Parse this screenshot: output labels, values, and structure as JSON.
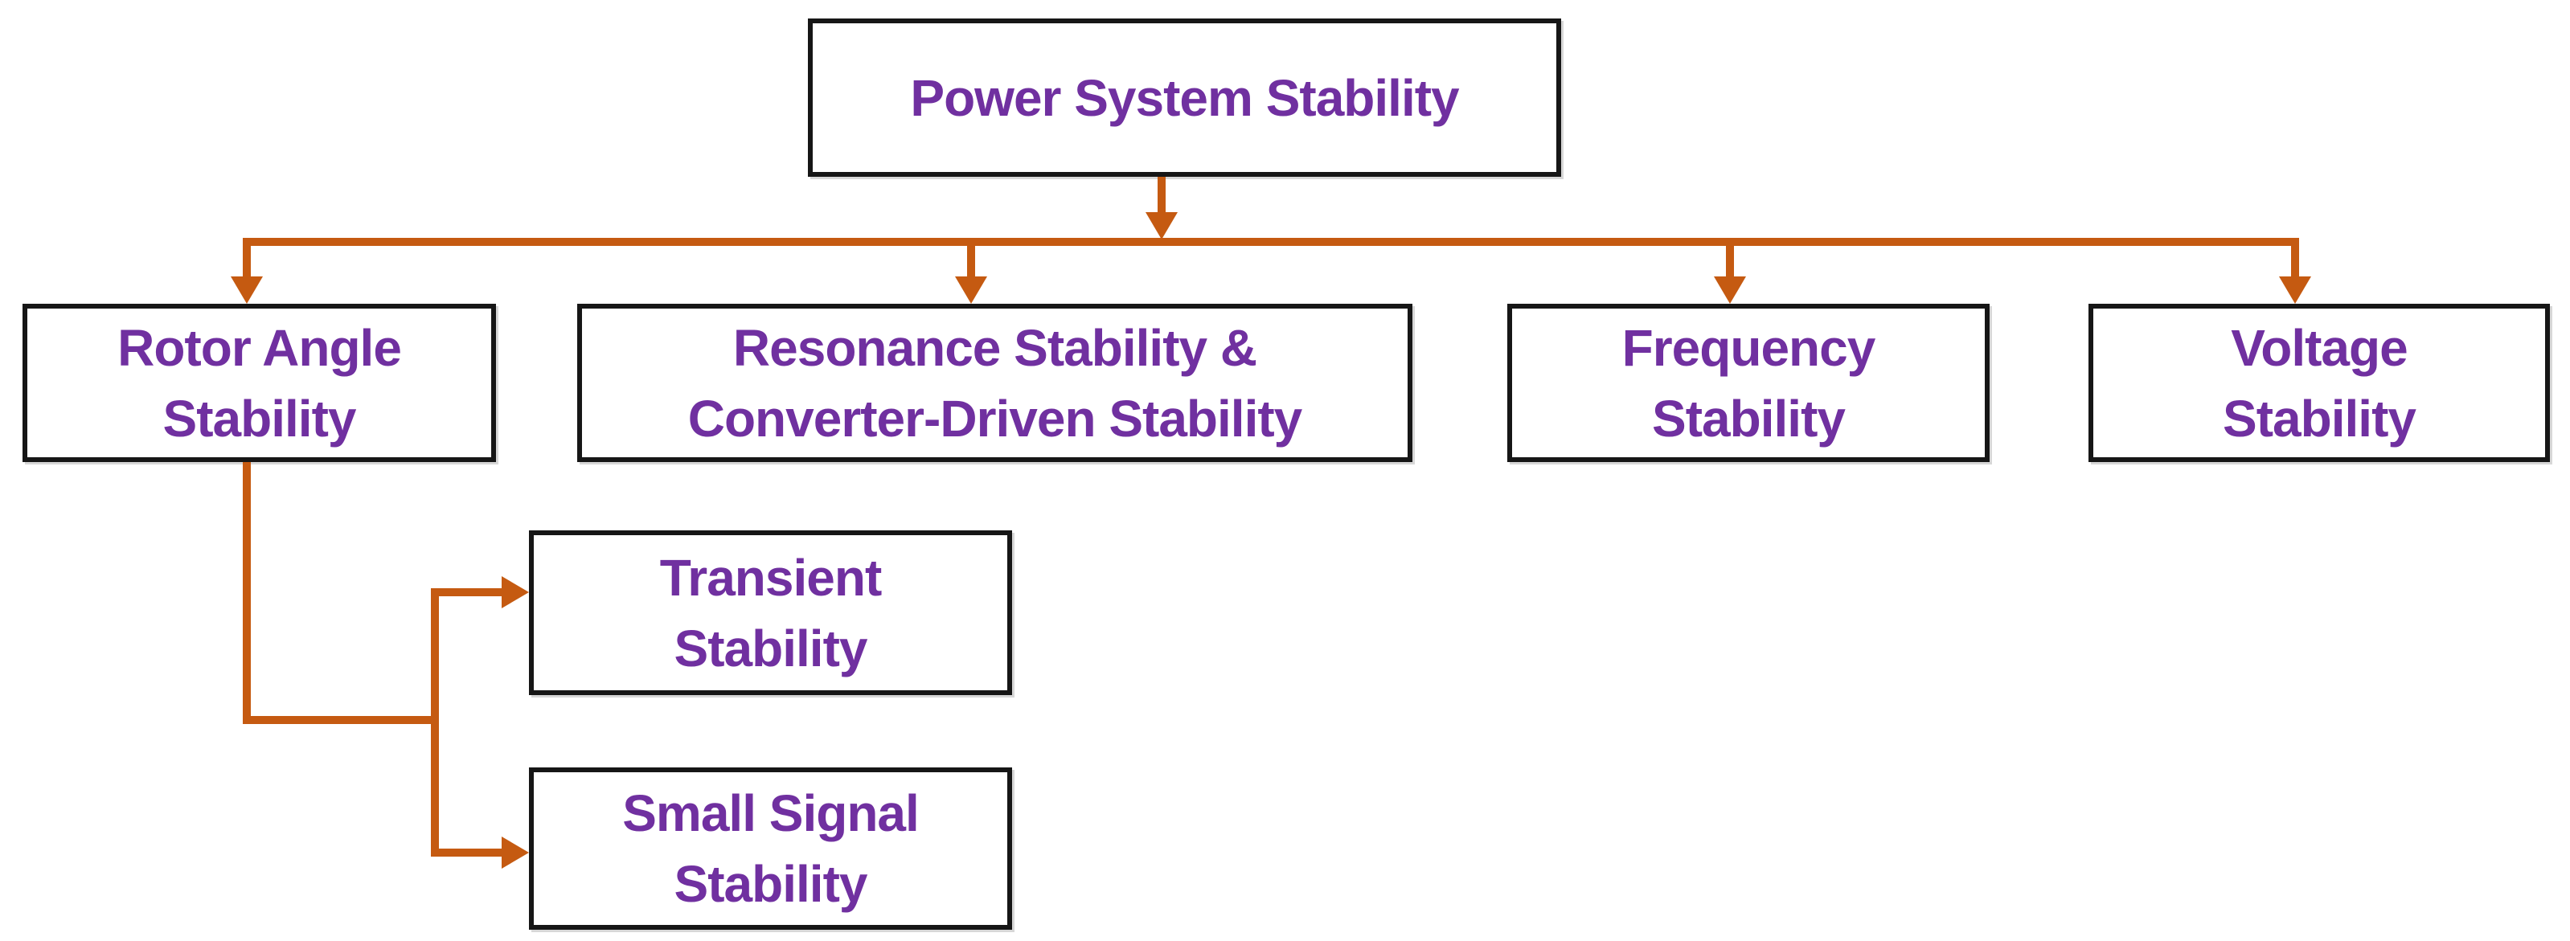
{
  "diagram": {
    "type": "hierarchy-flowchart",
    "background_color": "#ffffff",
    "box_border_color": "#161616",
    "label_color": "#7030A0",
    "connector_color": "#C55A11",
    "nodes": {
      "power_system": {
        "lines": [
          "Power System Stability"
        ]
      },
      "rotor_angle": {
        "lines": [
          "Rotor Angle",
          "Stability"
        ]
      },
      "resonance": {
        "lines": [
          "Resonance Stability &",
          "Converter-Driven Stability"
        ]
      },
      "frequency": {
        "lines": [
          "Frequency",
          "Stability"
        ]
      },
      "voltage": {
        "lines": [
          "Voltage",
          "Stability"
        ]
      },
      "transient": {
        "lines": [
          "Transient",
          "Stability"
        ]
      },
      "small_signal": {
        "lines": [
          "Small Signal",
          "Stability"
        ]
      }
    },
    "edges": [
      {
        "from": "Power System Stability",
        "to": "Rotor Angle Stability"
      },
      {
        "from": "Power System Stability",
        "to": "Resonance Stability & Converter-Driven Stability"
      },
      {
        "from": "Power System Stability",
        "to": "Frequency Stability"
      },
      {
        "from": "Power System Stability",
        "to": "Voltage Stability"
      },
      {
        "from": "Rotor Angle Stability",
        "to": "Transient Stability"
      },
      {
        "from": "Rotor Angle Stability",
        "to": "Small Signal Stability"
      }
    ]
  }
}
